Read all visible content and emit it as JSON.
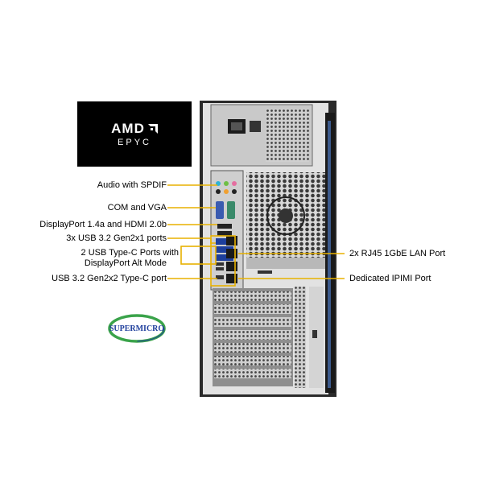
{
  "brand": {
    "amd_text": "AMD",
    "epyc_text": "EPYC",
    "supermicro_text": "SUPERMICRO"
  },
  "callouts_left": [
    {
      "text": "Audio with SPDIF"
    },
    {
      "text": "COM and VGA"
    },
    {
      "text": "DisplayPort 1.4a and HDMI 2.0b"
    },
    {
      "text": "3x USB 3.2 Gen2x1 ports"
    },
    {
      "text": "2 USB Type-C Ports with"
    },
    {
      "text": "DisplayPort Alt Mode"
    },
    {
      "text": "USB 3.2 Gen2x2 Type-C port"
    }
  ],
  "callouts_right": [
    {
      "text": "2x RJ45 1GbE LAN Port"
    },
    {
      "text": "Dedicated IPIMI Port"
    }
  ],
  "colors": {
    "callout_line": "#e8b100",
    "chassis_dark": "#2a2a2a",
    "chassis_gray": "#b9b9b9",
    "supermicro_blue": "#1e3e9c",
    "supermicro_green": "#3aa34a"
  }
}
